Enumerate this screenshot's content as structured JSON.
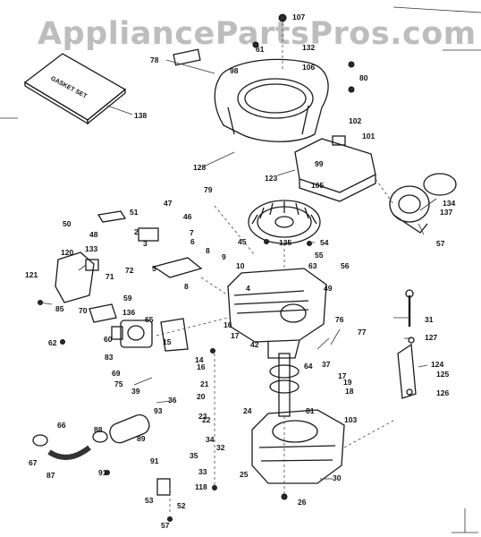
{
  "watermark": "AppliancePartsPros.com",
  "gasket_set_label": "GASKET SET",
  "part_numbers": [
    "107",
    "61",
    "132",
    "78",
    "98",
    "106",
    "80",
    "138",
    "102",
    "101",
    "99",
    "128",
    "123",
    "105",
    "134",
    "137",
    "79",
    "47",
    "51",
    "50",
    "46",
    "48",
    "45",
    "135",
    "54",
    "55",
    "56",
    "57",
    "6",
    "8",
    "9",
    "10",
    "49",
    "63",
    "120",
    "133",
    "72",
    "71",
    "121",
    "59",
    "85",
    "70",
    "4",
    "136",
    "65",
    "62",
    "60",
    "16",
    "15",
    "83",
    "69",
    "76",
    "77",
    "14",
    "17",
    "42",
    "16",
    "37",
    "64",
    "75",
    "39",
    "36",
    "93",
    "21",
    "20",
    "22",
    "18",
    "19",
    "17",
    "66",
    "88",
    "89",
    "24",
    "81",
    "103",
    "67",
    "87",
    "91",
    "91",
    "23",
    "34",
    "35",
    "33",
    "32",
    "25",
    "31",
    "127",
    "124",
    "125",
    "126",
    "118",
    "30",
    "53",
    "52",
    "26",
    "57",
    "2",
    "3",
    "5",
    "7",
    "8"
  ]
}
